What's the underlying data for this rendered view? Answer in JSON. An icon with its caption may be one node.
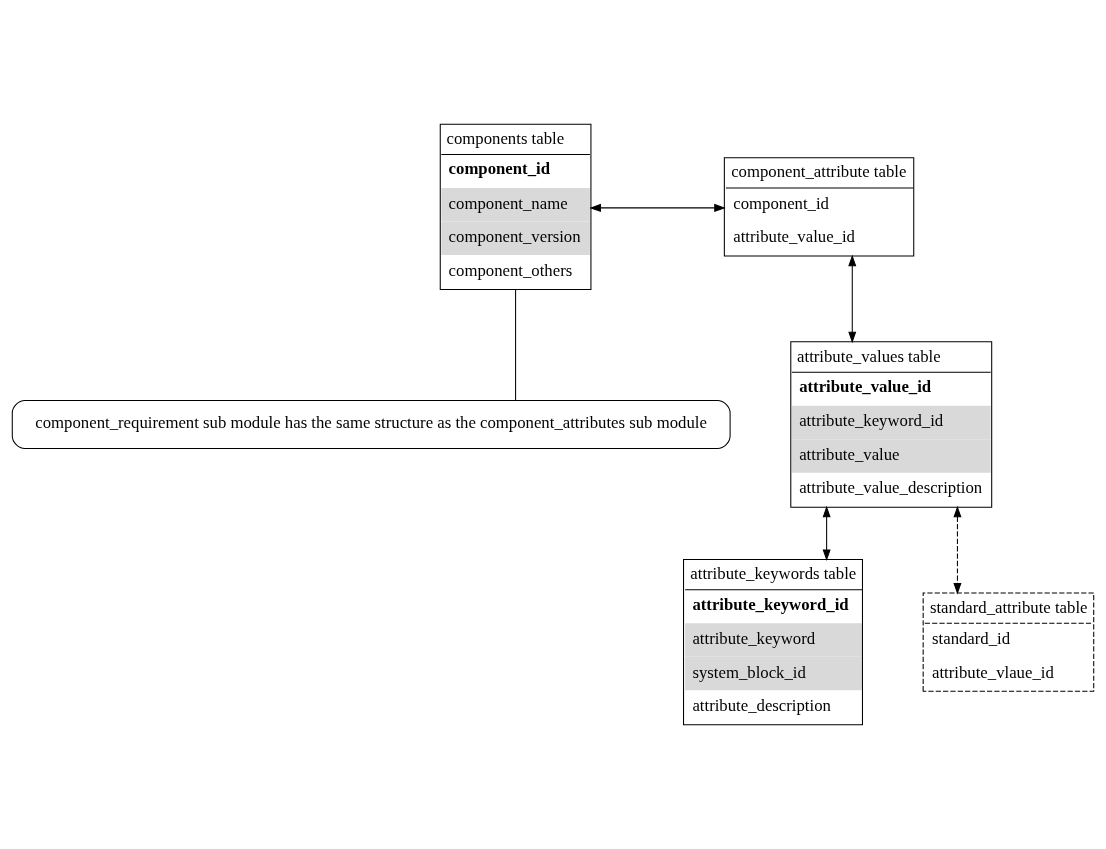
{
  "diagram": {
    "nodes": [
      {
        "text": [
          "components table",
          "component_id",
          "component_name",
          "component_version",
          "component_others"
        ]
      },
      {
        "text": [
          "component_attribute table",
          "component_id",
          "attribute_value_id"
        ]
      },
      {
        "text": [
          "attribute_values table",
          "attribute_value_id",
          "attribute_keyword_id",
          "attribute_value",
          "attribute_value_description"
        ]
      },
      {
        "text": [
          "attribute_keywords table",
          "attribute_keyword_id",
          "attribute_keyword",
          "system_block_id",
          "attribute_description"
        ]
      },
      {
        "text": [
          "standard_attribute table",
          "standard_id",
          "attribute_vlaue_id"
        ]
      },
      {
        "text": [
          "component_requirement sub module has the same structure as the component_attributes sub module"
        ]
      }
    ],
    "edges": [
      {
        "from": 0,
        "to": 1,
        "arrow": "both"
      },
      {
        "from": 1,
        "to": 2,
        "arrow": "both"
      },
      {
        "from": 2,
        "to": 3,
        "arrow": "both"
      },
      {
        "from": 2,
        "to": 4,
        "arrow": "both",
        "style": "dashed"
      },
      {
        "from": 5,
        "to": 0,
        "arrow": "none"
      }
    ]
  }
}
